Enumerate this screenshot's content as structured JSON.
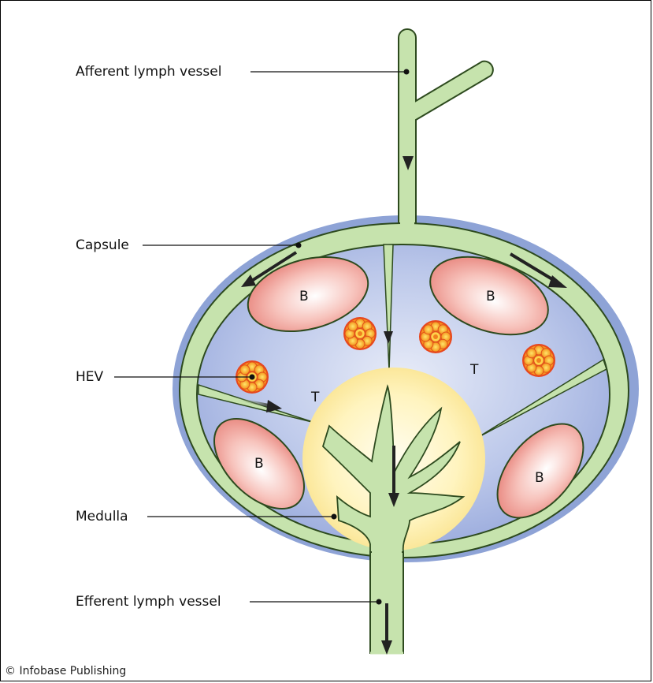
{
  "labels": {
    "afferent": "Afferent lymph vessel",
    "capsule": "Capsule",
    "hev": "HEV",
    "medulla": "Medulla",
    "efferent": "Efferent lymph vessel"
  },
  "zones": {
    "b": "B",
    "t": "T"
  },
  "credit": "© Infobase Publishing",
  "colors": {
    "vessel": "#c6e3ad",
    "vessel_stroke": "#2d4a1e",
    "capsule_outer": "#8da4d6",
    "cortex": "#b2c0e6",
    "medulla_core": "#fff6c4",
    "follicle": "#f09a92",
    "hev": "#f07d1e"
  }
}
